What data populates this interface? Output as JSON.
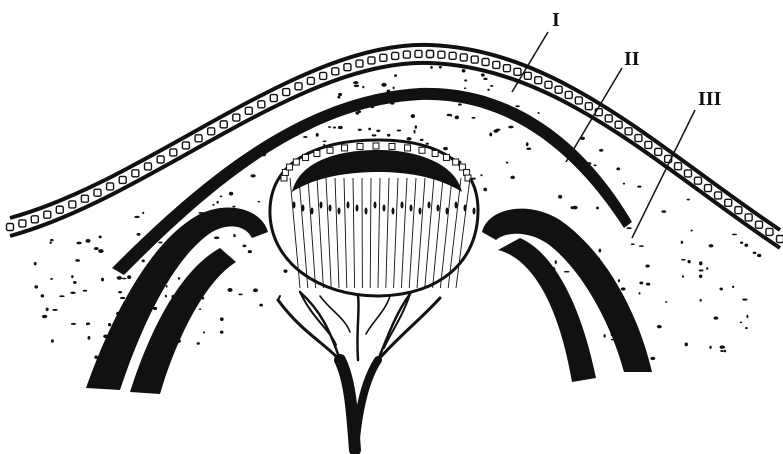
{
  "figure": {
    "labels": {
      "layer_1": "I",
      "layer_2": "II",
      "layer_3": "III"
    },
    "colors": {
      "ink": "#111111",
      "background": "#ffffff"
    }
  }
}
